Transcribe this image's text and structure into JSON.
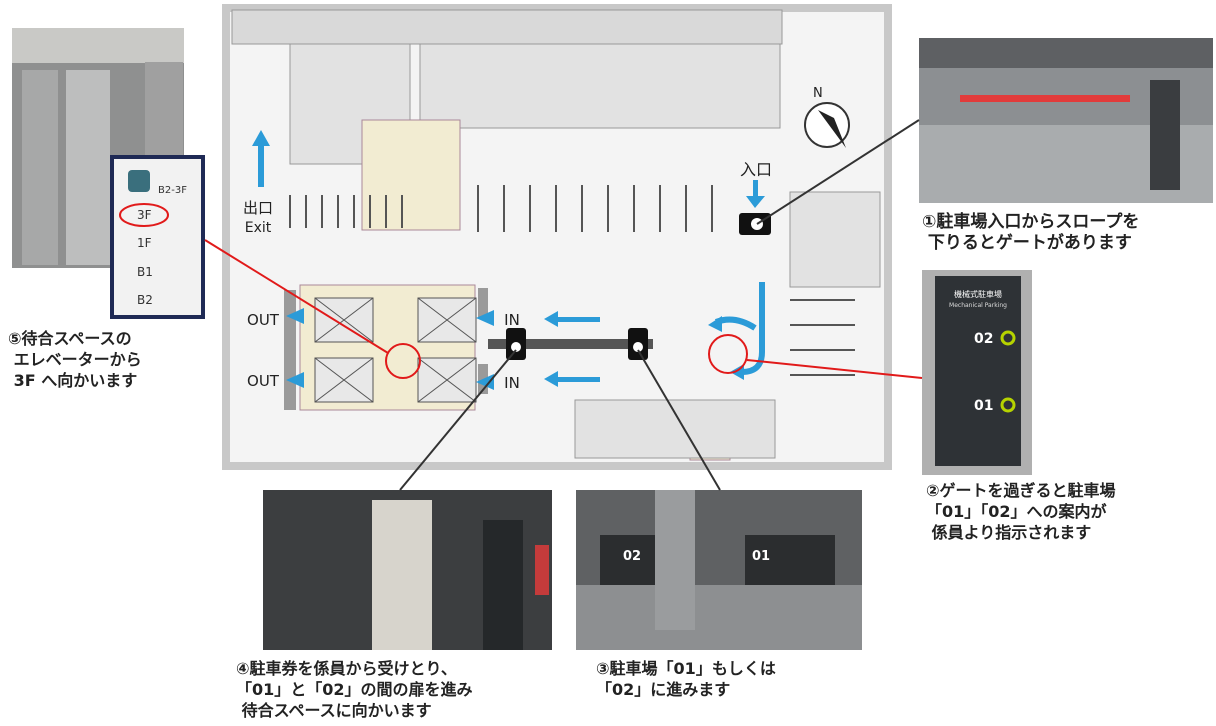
{
  "map": {
    "entrance_label": "入口",
    "exit_label_jp": "出口",
    "exit_label_en": "Exit",
    "out_label": "OUT",
    "in_label": "IN",
    "compass_label": "N"
  },
  "sign": {
    "title_jp": "機械式駐車場",
    "title_en": "Mechanical Parking",
    "lane_02": "02",
    "lane_01": "01",
    "floors": [
      "B2-3F",
      "3F",
      "1F",
      "B1",
      "B2"
    ]
  },
  "steps": [
    {
      "text": "①駐車場入口からスロープを\n 下りるとゲートがあります"
    },
    {
      "text": "②ゲートを過ぎると駐車場\n「01」「02」への案内が\n 係員より指示されます"
    },
    {
      "text": "③駐車場「01」もしくは\n「02」に進みます"
    },
    {
      "text": "④駐車券を係員から受けとり、\n「01」と「02」の間の扉を進み\n 待合スペースに向かいます"
    },
    {
      "text": "⑤待合スペースの\n エレベーターから\n 3F へ向かいます"
    }
  ],
  "colors": {
    "arrow_blue": "#2b9bd8",
    "red_marker": "#e11a1a",
    "sign_green": "#b6d300"
  }
}
